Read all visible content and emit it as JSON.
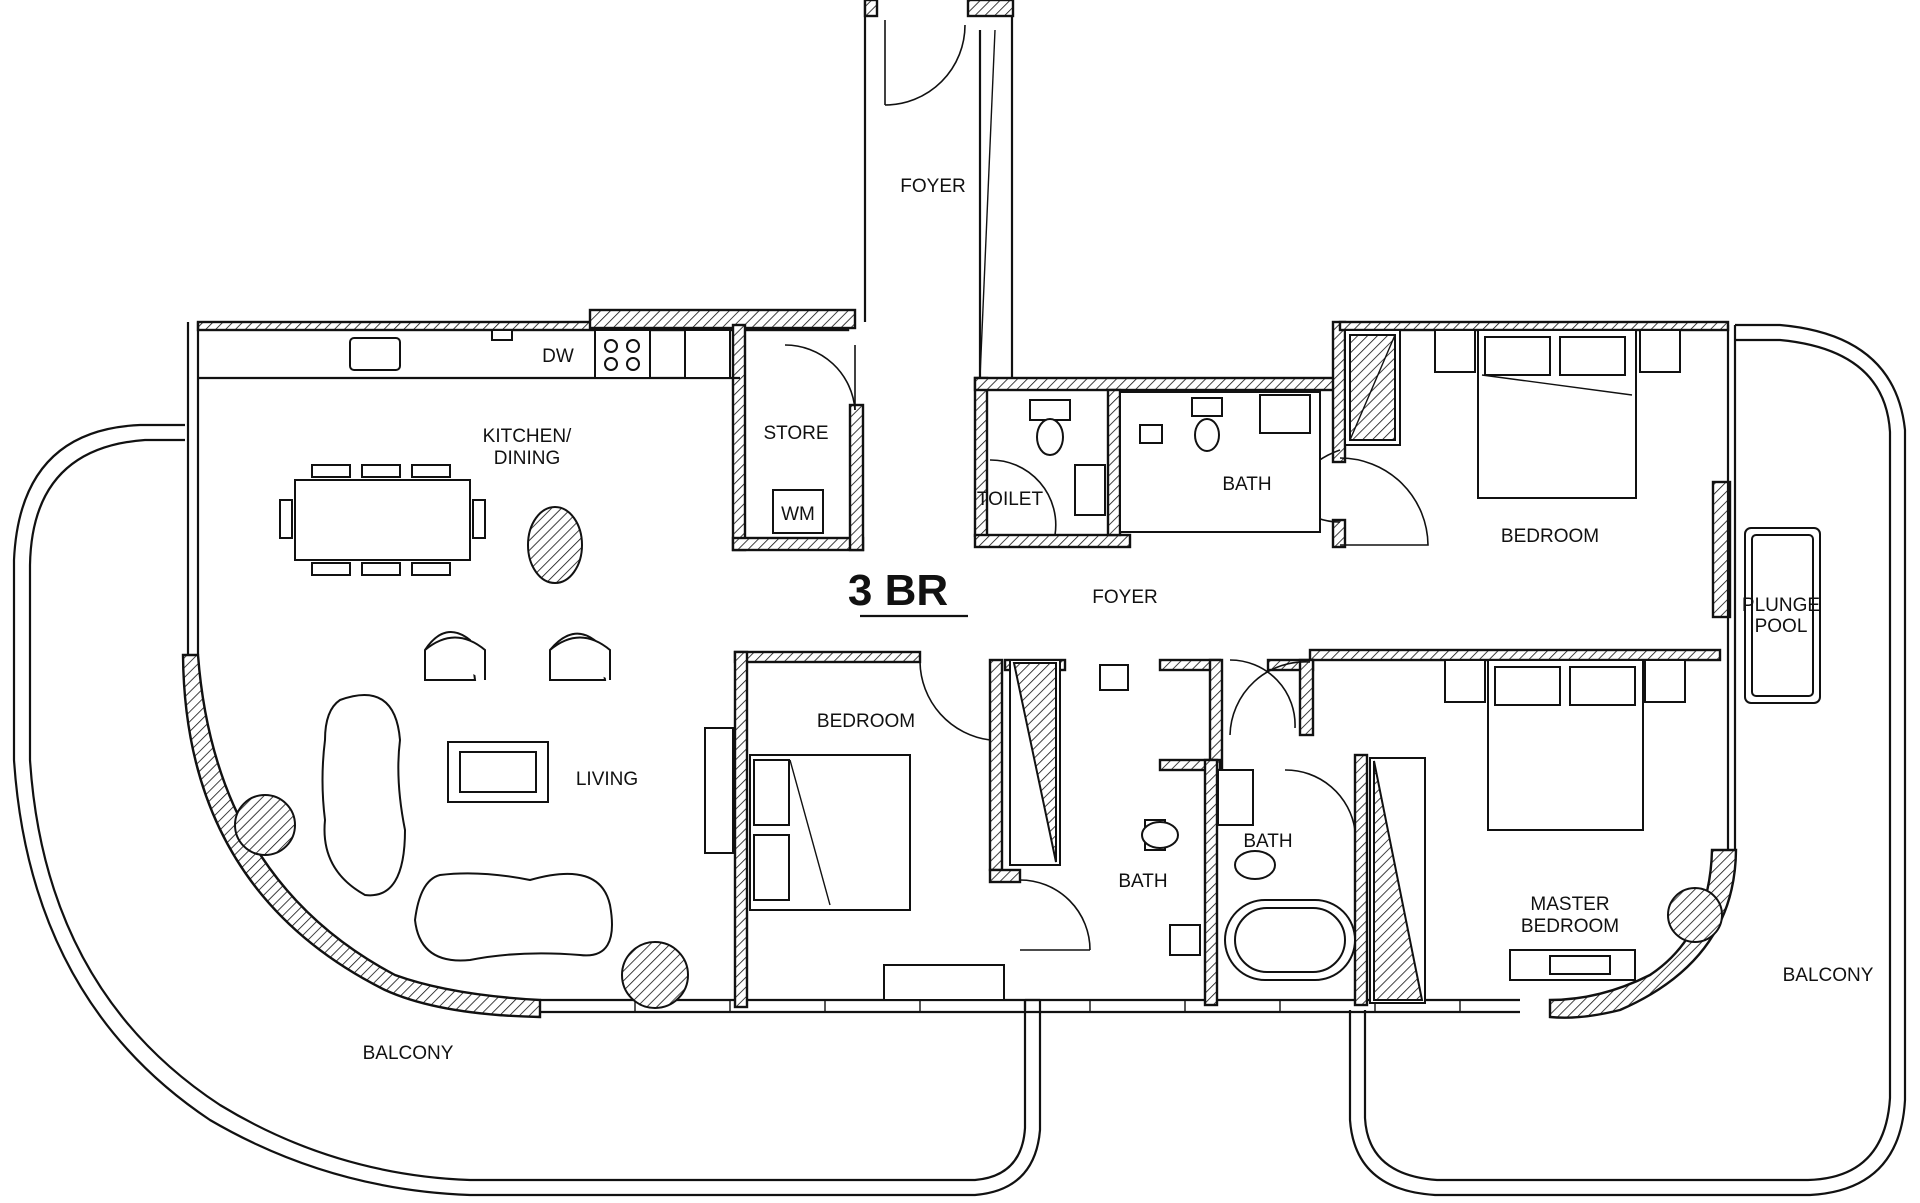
{
  "plan": {
    "title": "3 BR",
    "rooms": {
      "foyer_top": "FOYER",
      "foyer_mid": "FOYER",
      "kitchen_line1": "KITCHEN/",
      "kitchen_line2": "DINING",
      "dw": "DW",
      "store": "STORE",
      "wm": "WM",
      "toilet": "TOILET",
      "bath_top": "BATH",
      "bedroom_right": "BEDROOM",
      "plunge_line1": "PLUNGE",
      "plunge_line2": "POOL",
      "living": "LIVING",
      "bedroom_mid": "BEDROOM",
      "bath_mid": "BATH",
      "bath_right": "BATH",
      "master_line1": "MASTER",
      "master_line2": "BEDROOM",
      "balcony_left": "BALCONY",
      "balcony_right": "BALCONY"
    }
  }
}
